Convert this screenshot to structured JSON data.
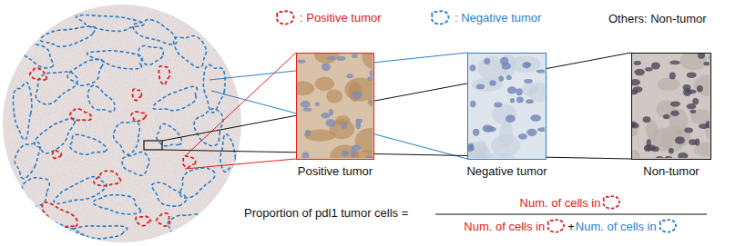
{
  "diagram": {
    "nodes": [
      {
        "text": [
          "Positive tumor"
        ]
      },
      {
        "text": [
          "Negative tumor"
        ]
      },
      {
        "text": [
          "Non-tumor"
        ]
      }
    ],
    "labels": [
      "Others: Non-tumor",
      "Proportion of pdl1 tumor cells =",
      "Num. of cells in",
      "Num. of cells in",
      "+",
      "Num. of cells in"
    ],
    "legend": [
      {
        "text": ": Positive tumor"
      },
      {
        "text": ": Negative tumor"
      }
    ]
  }
}
